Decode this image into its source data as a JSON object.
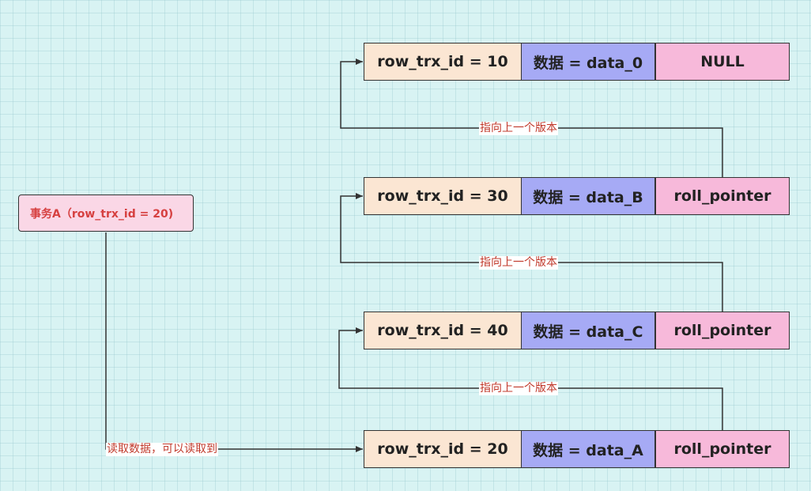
{
  "transaction": {
    "label": "事务A（row_trx_id  = 20)"
  },
  "read_label": "读取数据，可以读取到",
  "edge_label": "指向上一个版本",
  "versions": [
    {
      "trx": "row_trx_id = 10",
      "data": "数据 = data_0",
      "pointer": "NULL"
    },
    {
      "trx": "row_trx_id = 30",
      "data": "数据 = data_B",
      "pointer": "roll_pointer"
    },
    {
      "trx": "row_trx_id = 40",
      "data": "数据 = data_C",
      "pointer": "roll_pointer"
    },
    {
      "trx": "row_trx_id = 20",
      "data": "数据 = data_A",
      "pointer": "roll_pointer"
    }
  ],
  "colors": {
    "trx_cell": "#fbe6d3",
    "data_cell": "#a6aaf5",
    "pointer_cell": "#f7b9da",
    "txn_box": "#fad7e6",
    "label_text": "#c0392b"
  }
}
